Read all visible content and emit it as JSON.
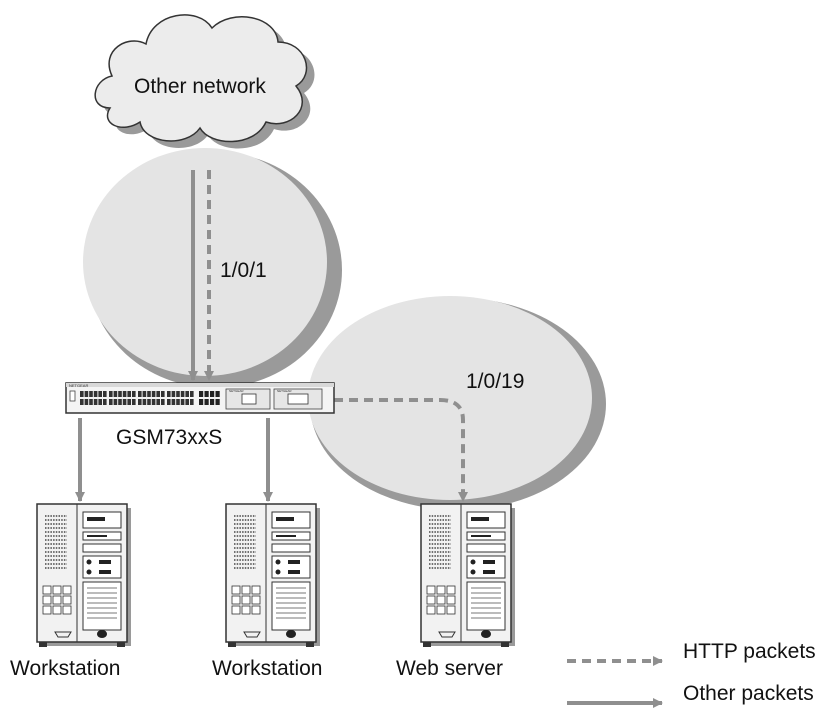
{
  "labels": {
    "cloud": "Other network",
    "port_uplink": "1/0/1",
    "port_server": "1/0/19",
    "switch_model": "GSM73xxS",
    "workstation_left": "Workstation",
    "workstation_middle": "Workstation",
    "web_server": "Web server"
  },
  "switch_panel": {
    "brand": "NETGEAR",
    "module_label_1": "NETGEAR",
    "module_label_2": "NETGEAR"
  },
  "legend": {
    "http": "HTTP packets",
    "other": "Other packets"
  },
  "colors": {
    "zone_fill": "#e4e4e4",
    "zone_shadow": "#9a9a9a",
    "arrow": "#8f8f8f",
    "device_body": "#f2f2f2",
    "device_outline": "#333333"
  }
}
